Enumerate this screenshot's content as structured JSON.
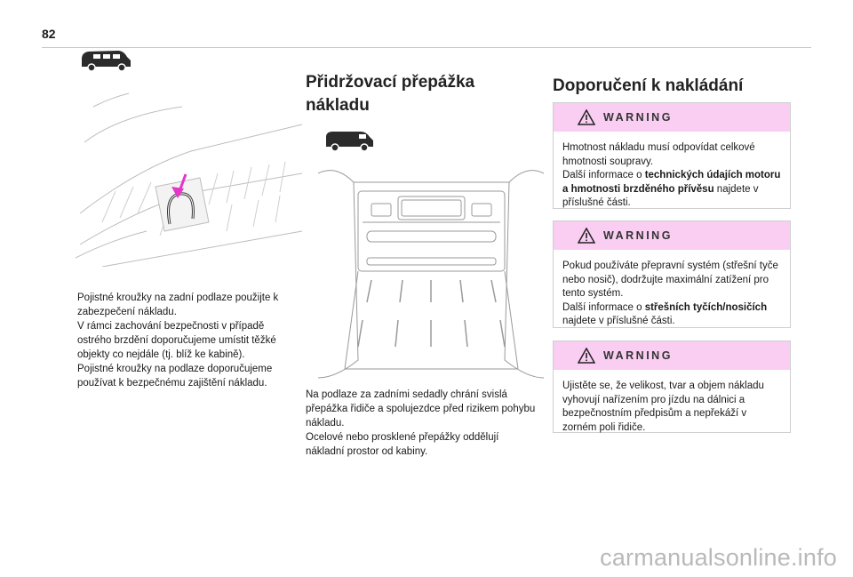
{
  "page_number": "82",
  "col1": {
    "paragraphs": [
      "Pojistné kroužky na zadní podlaze použijte k zabezpečení nákladu.",
      "V rámci zachování bezpečnosti v případě ostrého brzdění doporučujeme umístit těžké objekty co nejdále (tj. blíž ke kabině).",
      "Pojistné kroužky na podlaze doporučujeme používat k bezpečnému zajištění nákladu."
    ]
  },
  "col2": {
    "title": "Přidržovací přepážka nákladu",
    "paragraphs": [
      "Na podlaze za zadními sedadly chrání svislá přepážka řidiče a spolujezdce před rizikem pohybu nákladu.",
      "Ocelové nebo prosklené přepážky oddělují nákladní prostor od kabiny."
    ]
  },
  "col3": {
    "title": "Doporučení k nakládání",
    "warnings": [
      {
        "label": "WARNING",
        "p1": "Hmotnost nákladu musí odpovídat celkové hmotnosti soupravy.",
        "p2_pre": "Další informace o ",
        "p2_bold": "technických údajích motoru a hmotnosti brzděného přívěsu",
        "p2_post": " najdete v příslušné části."
      },
      {
        "label": "WARNING",
        "p1": "Pokud používáte přepravní systém (střešní tyče nebo nosič), dodržujte maximální zatížení pro tento systém.",
        "p2_pre": "Další informace o ",
        "p2_bold": "střešních tyčích/nosičích",
        "p2_post": " najdete v příslušné části."
      },
      {
        "label": "WARNING",
        "p1": "Ujistěte se, že velikost, tvar a objem nákladu vyhovují nařízením pro jízdu na dálnici a bezpečnostním předpisům a nepřekáží v zorném poli řidiče."
      }
    ]
  },
  "watermark": "carmanualsonline.info",
  "colors": {
    "warning_header": "#f9cef2",
    "arrow": "#e636c8"
  }
}
